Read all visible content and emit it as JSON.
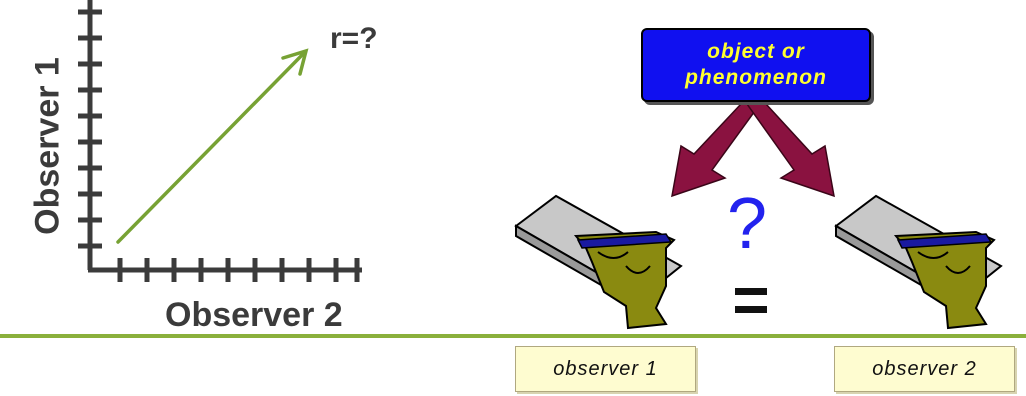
{
  "scatter_axes": {
    "y_axis_title": "Observer 1",
    "x_axis_title": "Observer 2",
    "correlation_label": "r=?",
    "colors": {
      "axis": "#3b3b3b",
      "arrow": "#77a234"
    }
  },
  "reliability_illustration": {
    "object_box": {
      "line1": "object or",
      "line2": "phenomenon"
    },
    "question_mark": "?",
    "observer_1_label": "observer 1",
    "observer_2_label": "observer 2",
    "colors": {
      "box_fill": "#1010f0",
      "box_text": "#ffff30",
      "arrows": "#8a1240",
      "hand": "#8a8a10",
      "notepad": "#c8c8c8",
      "question_mark": "#2222ee",
      "divider_line": "#8ab03c"
    },
    "icons": [
      "notepad-hand-icon",
      "notepad-hand-icon",
      "equals-icon"
    ]
  }
}
